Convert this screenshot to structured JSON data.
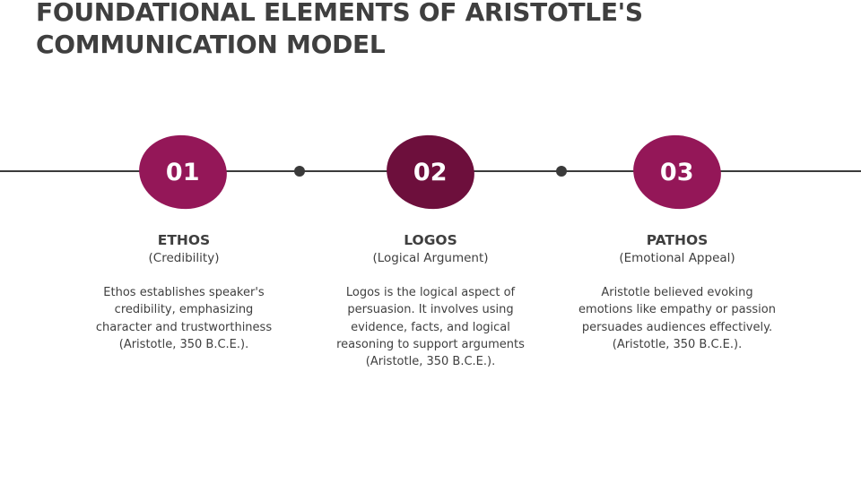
{
  "slide": {
    "title": "FOUNDATIONAL ELEMENTS OF ARISTOTLE'S COMMUNICATION MODEL"
  },
  "colors": {
    "accent_primary": "#941758",
    "accent_dark": "#6d0f3c",
    "text": "#3f3f3f",
    "timeline": "#3a3a3a"
  },
  "items": [
    {
      "number": "01",
      "heading": "ETHOS",
      "subtitle": "(Credibility)",
      "body": "Ethos establishes speaker's credibility, emphasizing character and trustworthiness (Aristotle, 350 B.C.E.)."
    },
    {
      "number": "02",
      "heading": "LOGOS",
      "subtitle": "(Logical Argument)",
      "body": "Logos is the logical aspect of persuasion. It involves using evidence, facts, and logical reasoning to support arguments (Aristotle, 350 B.C.E.)."
    },
    {
      "number": "03",
      "heading": "PATHOS",
      "subtitle": "(Emotional Appeal)",
      "body": "Aristotle believed evoking emotions like empathy or passion persuades audiences effectively. (Aristotle, 350 B.C.E.)."
    }
  ]
}
